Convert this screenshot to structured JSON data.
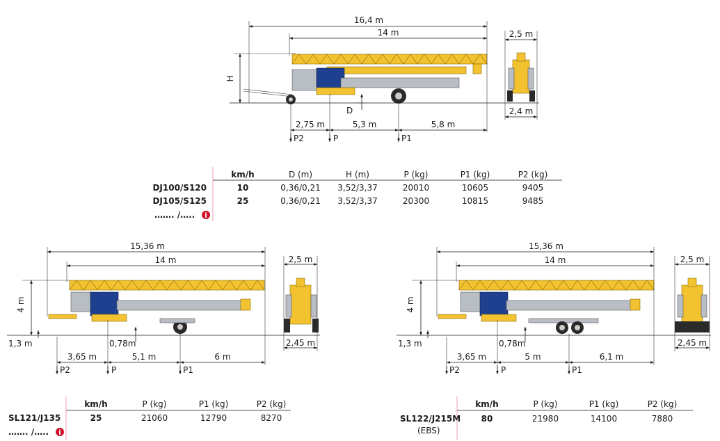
{
  "top_diagram": {
    "dims": {
      "overall_length": "16,4 m",
      "jib_length": "14 m",
      "height_label": "H",
      "d_label": "D",
      "seg1": "2,75 m",
      "seg2": "5,3 m",
      "seg3": "5,8 m",
      "width_top": "2,5 m",
      "width_bottom": "2,4 m"
    },
    "loads": {
      "p2": "P2",
      "p": "P",
      "p1": "P1"
    }
  },
  "table_top": {
    "headers": [
      "km/h",
      "D (m)",
      "H (m)",
      "P (kg)",
      "P1 (kg)",
      "P2 (kg)"
    ],
    "rows": [
      {
        "model": "DJ100/S120",
        "values": [
          "10",
          "0,36/0,21",
          "3,52/3,37",
          "20010",
          "10605",
          "9405"
        ]
      },
      {
        "model": "DJ105/S125",
        "values": [
          "25",
          "0,36/0,21",
          "3,52/3,37",
          "20300",
          "10815",
          "9485"
        ]
      }
    ],
    "more": "……. /….."
  },
  "left_diagram": {
    "dims": {
      "overall_length": "15,36 m",
      "jib_length": "14 m",
      "height": "4 m",
      "clearance": "1,3 m",
      "offset": "0,78m",
      "seg1": "3,65 m",
      "seg2": "5,1 m",
      "seg3": "6 m",
      "width_top": "2,5 m",
      "width_bottom": "2,45 m"
    },
    "loads": {
      "p2": "P2",
      "p": "P",
      "p1": "P1"
    }
  },
  "right_diagram": {
    "dims": {
      "overall_length": "15,36 m",
      "jib_length": "14 m",
      "height": "4 m",
      "clearance": "1,3 m",
      "offset": "0,78m",
      "seg1": "3,65 m",
      "seg2": "5 m",
      "seg3": "6,1 m",
      "width_top": "2,5 m",
      "width_bottom": "2,45 m"
    },
    "loads": {
      "p2": "P2",
      "p": "P",
      "p1": "P1"
    }
  },
  "table_left": {
    "headers": [
      "km/h",
      "P (kg)",
      "P1 (kg)",
      "P2 (kg)"
    ],
    "rows": [
      {
        "model": "SL121/J135",
        "values": [
          "25",
          "21060",
          "12790",
          "8270"
        ]
      }
    ],
    "more": "……. /….."
  },
  "table_right": {
    "headers": [
      "km/h",
      "P (kg)",
      "P1 (kg)",
      "P2 (kg)"
    ],
    "rows": [
      {
        "model": "SL122/J215M",
        "sub": "(EBS)",
        "values": [
          "80",
          "21980",
          "14100",
          "7880"
        ]
      }
    ]
  },
  "colors": {
    "info_icon": "#d0112b",
    "yellow": "#f2c230",
    "blue": "#1f3f8f",
    "divider": "#e8a0b0"
  }
}
